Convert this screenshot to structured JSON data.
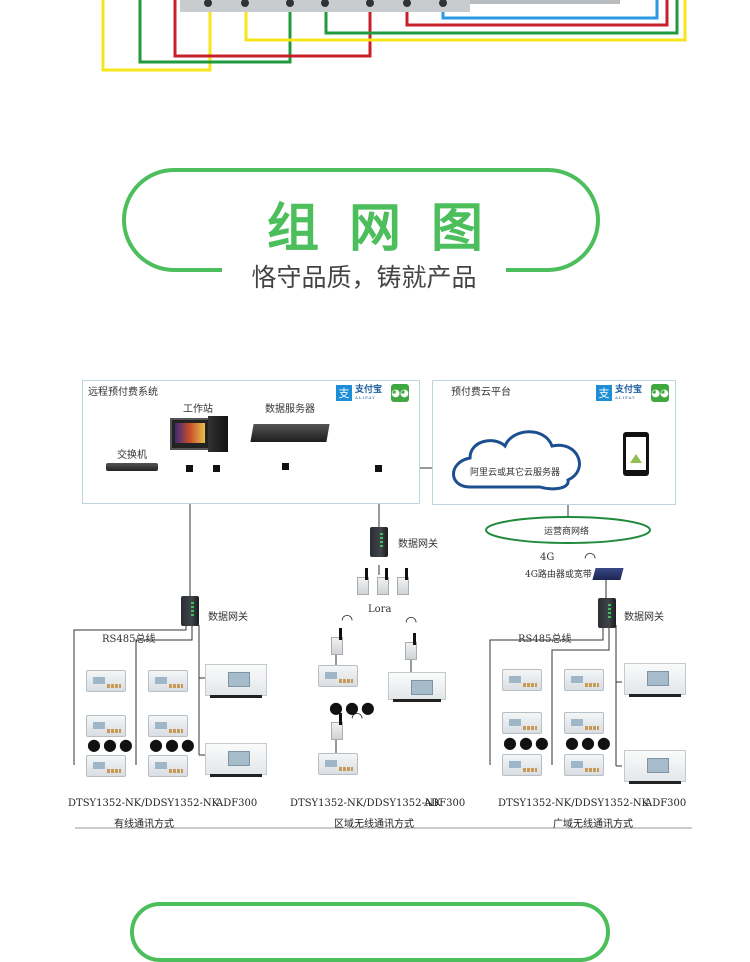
{
  "header": {
    "title": "组网图",
    "subtitle": "恪守品质，铸就产品",
    "accent_color": "#4cbe5c"
  },
  "wiring_colors": [
    "#f5e61a",
    "#1f9a3f",
    "#c8202a",
    "#2a9be0"
  ],
  "remote_system": {
    "title": "远程预付费系统",
    "workstation": "工作站",
    "data_server": "数据服务器",
    "switch": "交换机",
    "alipay_label": "支付宝",
    "alipay_sub": "ALIPAY"
  },
  "cloud_platform": {
    "title": "预付费云平台",
    "cloud_label": "阿里云或其它云服务器",
    "alipay_label": "支付宝",
    "alipay_sub": "ALIPAY"
  },
  "carrier_network": "运营商网络",
  "sections": [
    {
      "gateway": "数据网关",
      "bus": "RS485总线",
      "meter_model": "DTSY1352-NK/DDSY1352-NK",
      "adf_model": "ADF300",
      "caption": "有线通讯方式"
    },
    {
      "gateway": "数据网关",
      "radio": "Lora",
      "meter_model": "DTSY1352-NK/DDSY1352-NK",
      "adf_model": "ADF300",
      "caption": "区域无线通讯方式"
    },
    {
      "gateway": "数据网关",
      "bus": "RS485总线",
      "uplink_4g": "4G",
      "router": "4G路由器或宽带",
      "meter_model": "DTSY1352-NK/DDSY1352-NK",
      "adf_model": "ADF300",
      "caption": "广域无线通讯方式"
    }
  ],
  "ellipsis": "●●●",
  "wifi_glyph": "📶"
}
